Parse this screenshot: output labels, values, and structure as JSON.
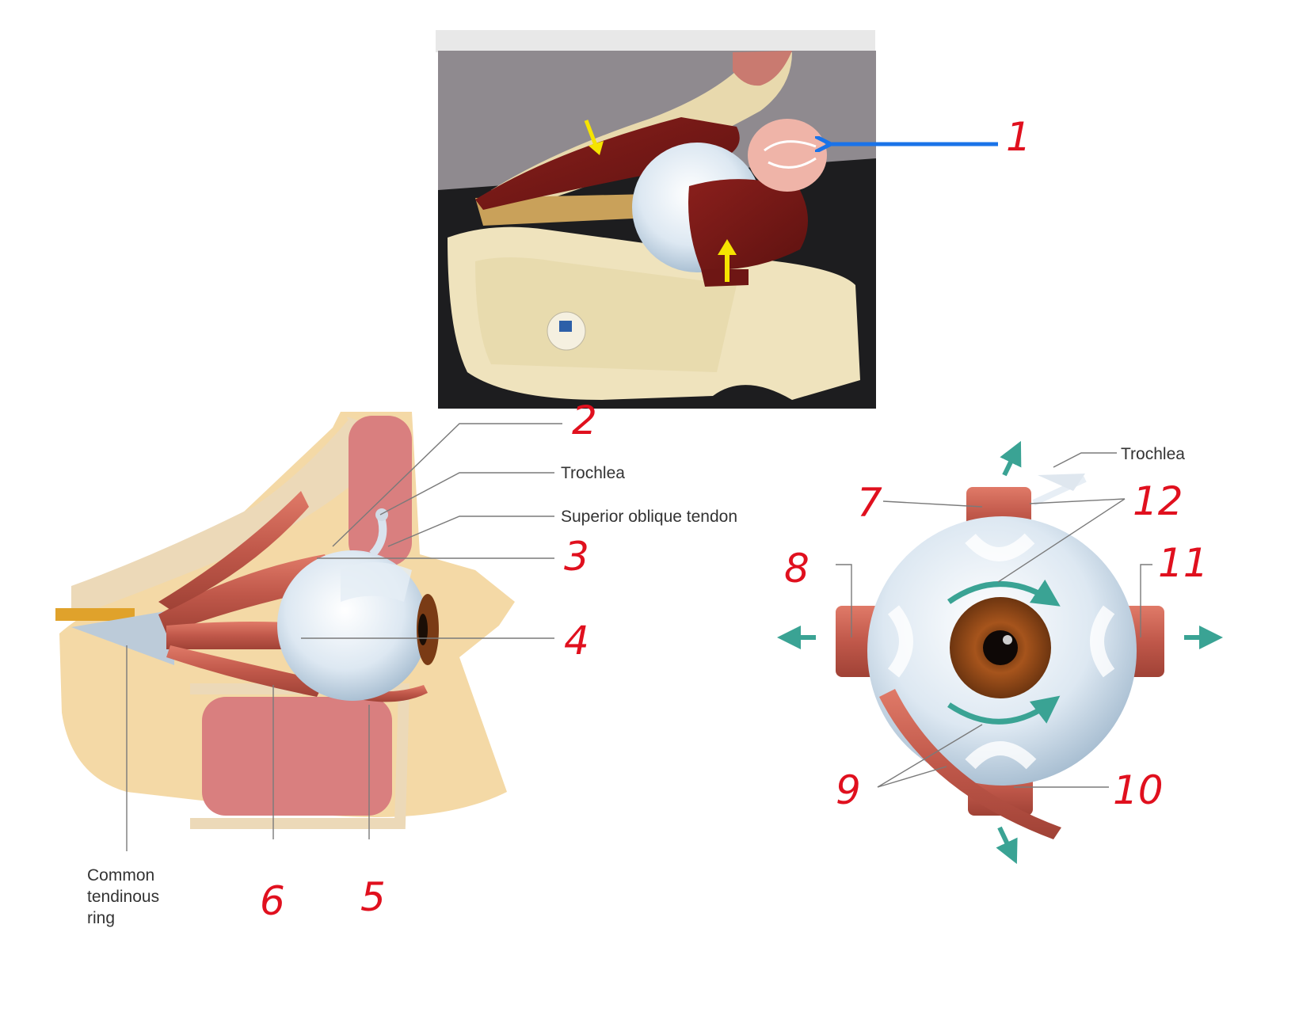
{
  "top_photo": {
    "label_1": "1"
  },
  "lateral_view": {
    "numbers": {
      "n2": "2",
      "n3": "3",
      "n4": "4",
      "n5": "5",
      "n6": "6"
    },
    "printed": {
      "trochlea": "Trochlea",
      "superior_oblique_tendon": "Superior oblique tendon",
      "common_ring_line1": "Common",
      "common_ring_line2": "tendinous",
      "common_ring_line3": "ring"
    }
  },
  "anterior_view": {
    "numbers": {
      "n7": "7",
      "n8": "8",
      "n9": "9",
      "n10": "10",
      "n11": "11",
      "n12": "12"
    },
    "printed": {
      "trochlea": "Trochlea"
    }
  },
  "colors": {
    "handwriting": "#e0101e",
    "arrow_blue": "#1a73e8",
    "arrow_yellow": "#f5e400",
    "muscle": "#c0584a",
    "movement_arrow": "#3aa394"
  }
}
